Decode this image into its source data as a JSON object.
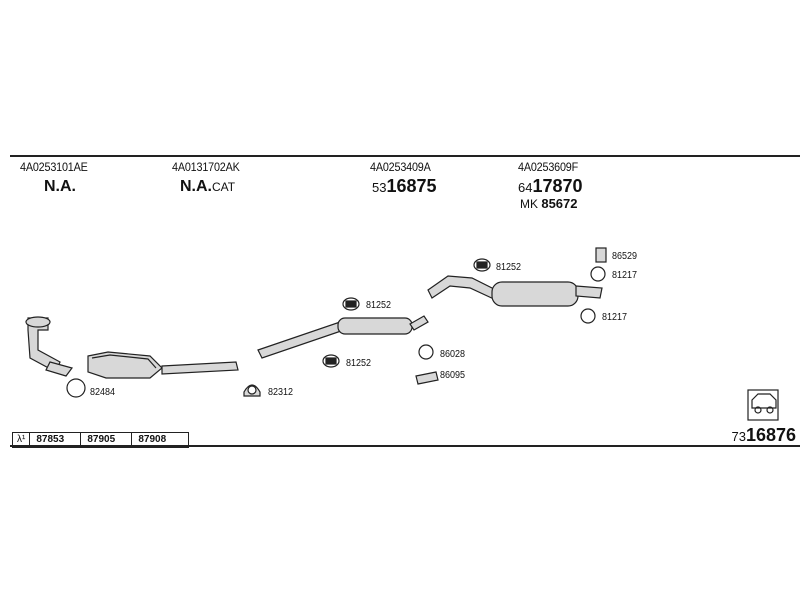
{
  "columns": [
    {
      "part_number": "4A0253101AE",
      "label": "N.A.",
      "label_suffix": ""
    },
    {
      "part_number": "4A0131702AK",
      "label": "N.A.",
      "label_suffix": "CAT"
    },
    {
      "part_number": "4A0253409A",
      "ref_prefix": "53",
      "ref_main": "16875"
    },
    {
      "part_number": "4A0253609F",
      "ref_prefix": "64",
      "ref_main": "17870",
      "mk_prefix": "MK",
      "mk_value": "85672"
    }
  ],
  "part_codes": [
    "82484",
    "82312",
    "81252",
    "81252",
    "81252",
    "86028",
    "86095",
    "86529",
    "81217",
    "81217"
  ],
  "table": {
    "symbol": "λ¹",
    "cells": [
      "87853",
      "87905",
      "87908"
    ]
  },
  "diagram_ref": {
    "prefix": "73",
    "main": "16876"
  },
  "colors": {
    "line": "#222222",
    "fill": "#d8d8d8"
  }
}
